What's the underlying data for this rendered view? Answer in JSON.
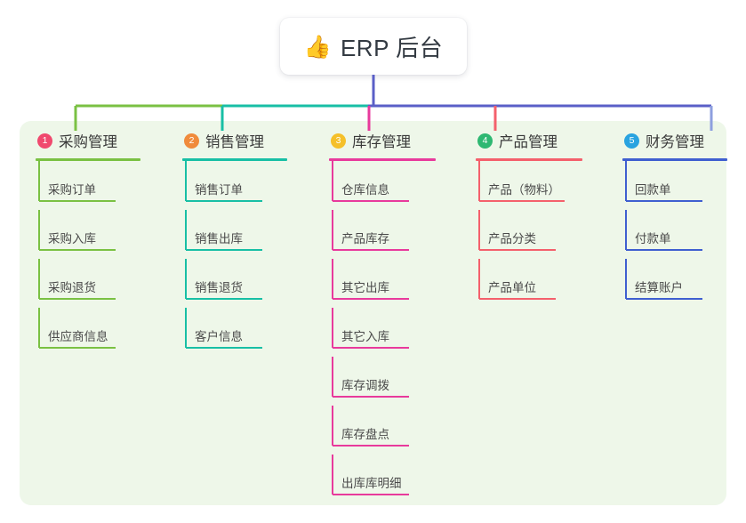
{
  "root": {
    "icon": "thumbs-up-icon",
    "emoji": "👍",
    "title": "ERP 后台"
  },
  "palette": {
    "panel_bg": "#eef7e9",
    "page_bg": "#ffffff",
    "bus_left_green": "#7ac143",
    "bus_mid_teal": "#18bfa5",
    "bus_right_purple": "#5a5fc7",
    "root_stub": "#5a5fc7"
  },
  "columns": [
    {
      "index": "1",
      "title": "采购管理",
      "badge_color": "#f0496e",
      "line_color": "#7ac143",
      "stub_color": "#7ac143",
      "items": [
        "采购订单",
        "采购入库",
        "采购退货",
        "供应商信息"
      ]
    },
    {
      "index": "2",
      "title": "销售管理",
      "badge_color": "#f08b3c",
      "line_color": "#18bfa5",
      "stub_color": "#18bfa5",
      "items": [
        "销售订单",
        "销售出库",
        "销售退货",
        "客户信息"
      ]
    },
    {
      "index": "3",
      "title": "库存管理",
      "badge_color": "#f5c029",
      "line_color": "#e83a9c",
      "stub_color": "#e83a9c",
      "items": [
        "仓库信息",
        "产品库存",
        "其它出库",
        "其它入库",
        "库存调拨",
        "库存盘点",
        "出库库明细"
      ]
    },
    {
      "index": "4",
      "title": "产品管理",
      "badge_color": "#2eb872",
      "line_color": "#f4606c",
      "stub_color": "#f4606c",
      "items": [
        "产品（物料）",
        "产品分类",
        "产品单位"
      ]
    },
    {
      "index": "5",
      "title": "财务管理",
      "badge_color": "#29a3e0",
      "line_color": "#3f5fd0",
      "stub_color": "#8e9fdf",
      "items": [
        "回款单",
        "付款单",
        "结算账户"
      ]
    }
  ]
}
